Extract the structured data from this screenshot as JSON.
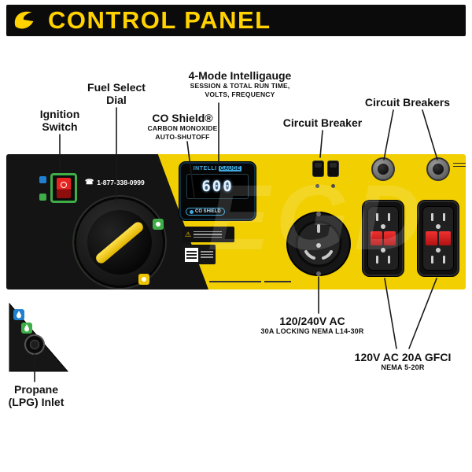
{
  "banner": {
    "title": "CONTROL PANEL"
  },
  "callouts": {
    "intelligauge": {
      "title": "4-Mode Intelligauge",
      "sub1": "SESSION & TOTAL RUN TIME,",
      "sub2": "VOLTS, FREQUENCY"
    },
    "fuel_select": {
      "line1": "Fuel Select",
      "line2": "Dial"
    },
    "ignition": {
      "line1": "Ignition",
      "line2": "Switch"
    },
    "co_shield": {
      "title": "CO Shield®",
      "sub1": "CARBON MONOXIDE",
      "sub2": "AUTO-SHUTOFF"
    },
    "circuit_breaker": {
      "title": "Circuit Breaker"
    },
    "circuit_breakers": {
      "title": "Circuit Breakers"
    },
    "ac_outlet": {
      "title": "120/240V AC",
      "sub": "30A LOCKING NEMA L14-30R"
    },
    "gfci_outlet": {
      "title": "120V AC 20A GFCI",
      "sub": "NEMA 5-20R"
    },
    "propane": {
      "line1": "Propane",
      "line2": "(LPG) Inlet"
    }
  },
  "panel": {
    "phone": "1-877-338-0999",
    "gauge": {
      "brand_left": "INTELLI",
      "brand_right": "GAUGE",
      "reading": "600",
      "co_badge": "CO SHIELD"
    }
  },
  "icons": {
    "phone": "☎",
    "warning": "⚠"
  },
  "watermark": "EGD",
  "colors": {
    "yellow": "#F2CF00",
    "black": "#141414",
    "red": "#D8121A",
    "green": "#3FAE49",
    "blue": "#3FA9E0"
  }
}
